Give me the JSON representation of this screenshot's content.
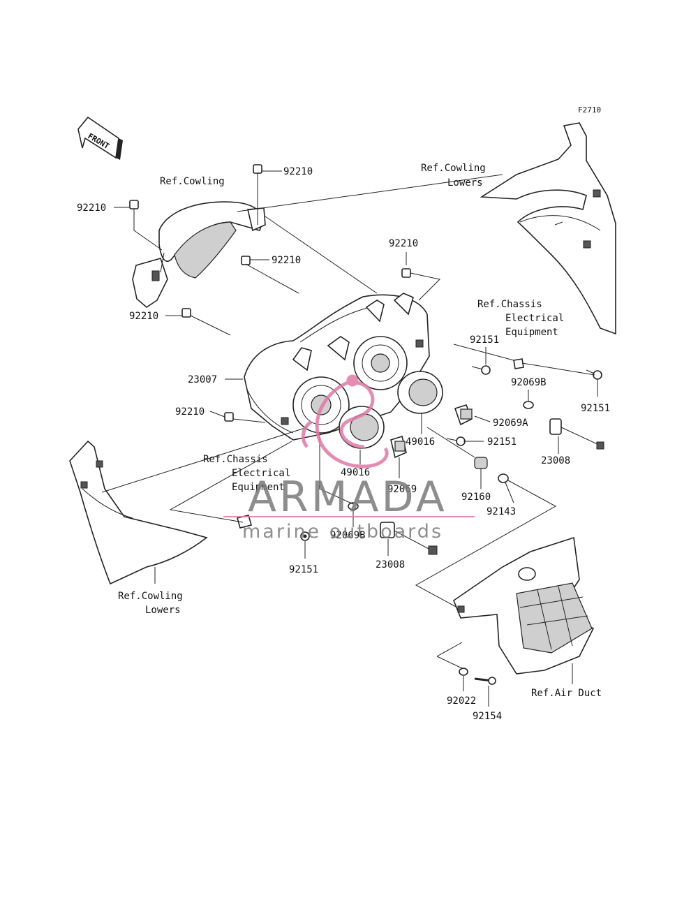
{
  "diagram_code": "F2710",
  "front_label": "FRONT",
  "refs": {
    "cowling": "Ref.Cowling",
    "cowling_lowers_top_1": "Ref.Cowling",
    "cowling_lowers_top_2": "Lowers",
    "chassis_right_1": "Ref.Chassis",
    "chassis_right_2": "Electrical",
    "chassis_right_3": "Equipment",
    "chassis_left_1": "Ref.Chassis",
    "chassis_left_2": "Electrical",
    "chassis_left_3": "Equipment",
    "cowling_lowers_bottom_1": "Ref.Cowling",
    "cowling_lowers_bottom_2": "Lowers",
    "air_duct": "Ref.Air Duct"
  },
  "parts": {
    "p92210_a": "92210",
    "p92210_b": "92210",
    "p92210_c": "92210",
    "p92210_d": "92210",
    "p92210_e": "92210",
    "p92210_f": "92210",
    "p23007": "23007",
    "p92151_a": "92151",
    "p92069b_a": "92069B",
    "p92151_b": "92151",
    "p92069a": "92069A",
    "p49016_a": "49016",
    "p92151_c": "92151",
    "p23008_a": "23008",
    "p49016_b": "49016",
    "p92069": "92069",
    "p92160": "92160",
    "p92143": "92143",
    "p92069b_b": "92069B",
    "p23008_b": "23008",
    "p92151_d": "92151",
    "p92022": "92022",
    "p92154": "92154"
  },
  "watermark": {
    "brand": "ARMADA",
    "tagline": "marine outboards",
    "accent_color": "#e07aa6",
    "text_color": "#7a7a7a"
  }
}
